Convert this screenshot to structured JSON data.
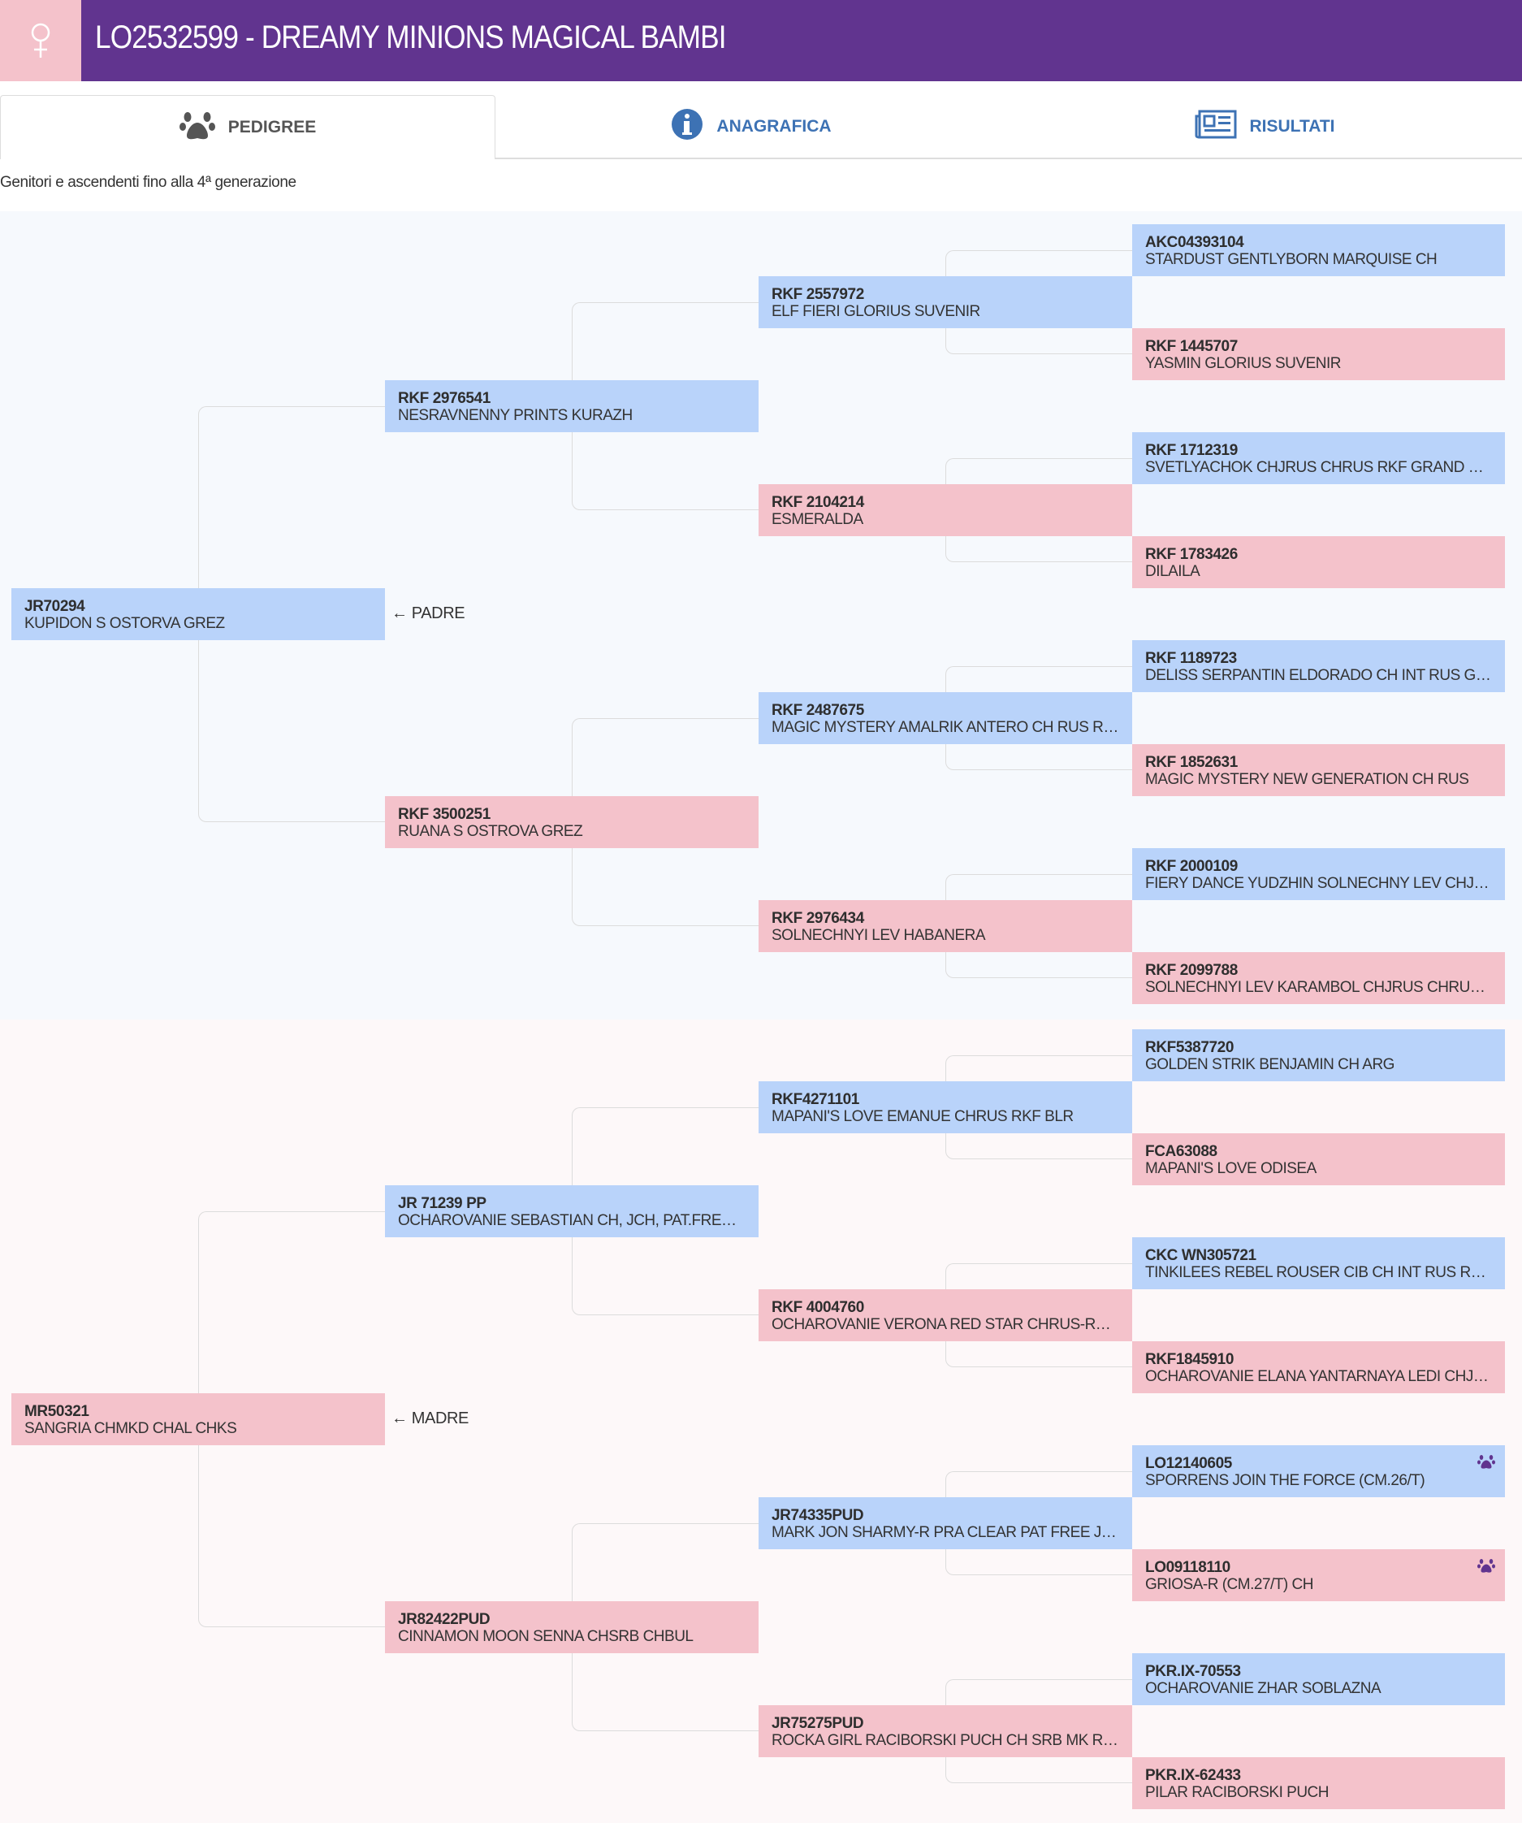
{
  "header": {
    "title": "LO2532599 - DREAMY MINIONS MAGICAL BAMBI",
    "sex_icon": "female-icon",
    "color": "#61348f",
    "sex_color": "#f4c2cb"
  },
  "tabs": [
    {
      "label": "PEDIGREE",
      "icon": "paw-icon",
      "active": true
    },
    {
      "label": "ANAGRAFICA",
      "icon": "info-icon",
      "active": false
    },
    {
      "label": "RISULTATI",
      "icon": "newspaper-icon",
      "active": false
    }
  ],
  "subtitle": "Genitori e ascendenti fino alla 4ª generazione",
  "colors": {
    "male": "#b9d3fa",
    "female": "#f4c2cb"
  },
  "pedigree": [
    {
      "label": "← PADRE",
      "gen1": [
        {
          "id": "JR70294",
          "name": "KUPIDON S OSTORVA GREZ",
          "sex": "m"
        }
      ],
      "gen2": [
        {
          "id": "RKF 2976541",
          "name": "NESRAVNENNY PRINTS KURAZH",
          "sex": "m"
        },
        {
          "id": "RKF 3500251",
          "name": "RUANA S OSTROVA GREZ",
          "sex": "f"
        }
      ],
      "gen3": [
        {
          "id": "RKF 2557972",
          "name": "ELF FIERI GLORIUS SUVENIR",
          "sex": "m"
        },
        {
          "id": "RKF 2104214",
          "name": "ESMERALDA",
          "sex": "f"
        },
        {
          "id": "RKF 2487675",
          "name": "MAGIC MYSTERY AMALRIK ANTERO CH RUS R…",
          "sex": "m"
        },
        {
          "id": "RKF 2976434",
          "name": "SOLNECHNYI LEV HABANERA",
          "sex": "f"
        }
      ],
      "gen4": [
        {
          "id": "AKC04393104",
          "name": "STARDUST GENTLYBORN MARQUISE CH",
          "sex": "m"
        },
        {
          "id": "RKF 1445707",
          "name": "YASMIN GLORIUS SUVENIR",
          "sex": "f"
        },
        {
          "id": "RKF 1712319",
          "name": "SVETLYACHOK CHJRUS CHRUS RKF GRAND CW",
          "sex": "m"
        },
        {
          "id": "RKF 1783426",
          "name": "DILAILA",
          "sex": "f"
        },
        {
          "id": "RKF 1189723",
          "name": "DELISS SERPANTIN ELDORADO CH INT RUS GR…",
          "sex": "m"
        },
        {
          "id": "RKF 1852631",
          "name": "MAGIC MYSTERY NEW GENERATION CH RUS",
          "sex": "f"
        },
        {
          "id": "RKF 2000109",
          "name": "FIERY DANCE YUDZHIN SOLNECHNY LEV CHJR…",
          "sex": "m"
        },
        {
          "id": "RKF 2099788",
          "name": "SOLNECHNYI LEV KARAMBOL CHJRUS CHRUS …",
          "sex": "f"
        }
      ]
    },
    {
      "label": "← MADRE",
      "gen1": [
        {
          "id": "MR50321",
          "name": "SANGRIA CHMKD CHAL CHKS",
          "sex": "f"
        }
      ],
      "gen2": [
        {
          "id": "JR 71239 PP",
          "name": "OCHAROVANIE SEBASTIAN CH, JCH, PAT.FREE,…",
          "sex": "m"
        },
        {
          "id": "JR82422PUD",
          "name": "CINNAMON MOON SENNA CHSRB CHBUL",
          "sex": "f"
        }
      ],
      "gen3": [
        {
          "id": "RKF4271101",
          "name": "MAPANI'S LOVE EMANUE CHRUS RKF BLR",
          "sex": "m"
        },
        {
          "id": "RKF 4004760",
          "name": "OCHAROVANIE VERONA RED STAR CHRUS-RKF…",
          "sex": "f"
        },
        {
          "id": "JR74335PUD",
          "name": "MARK JON SHARMY-R PRA CLEAR PAT FREE J…",
          "sex": "m"
        },
        {
          "id": "JR75275PUD",
          "name": "ROCKA GIRL RACIBORSKI PUCH CH SRB MK R…",
          "sex": "f"
        }
      ],
      "gen4": [
        {
          "id": "RKF5387720",
          "name": "GOLDEN STRIK BENJAMIN CH ARG",
          "sex": "m"
        },
        {
          "id": "FCA63088",
          "name": "MAPANI'S LOVE ODISEA",
          "sex": "f"
        },
        {
          "id": "CKC WN305721",
          "name": "TINKILEES REBEL ROUSER CIB CH INT RUS RK…",
          "sex": "m"
        },
        {
          "id": "RKF1845910",
          "name": "OCHAROVANIE ELANA YANTARNAYA LEDI CHJ …",
          "sex": "f"
        },
        {
          "id": "LO12140605",
          "name": "SPORRENS JOIN THE FORCE (CM.26/T)",
          "sex": "m",
          "paw": true
        },
        {
          "id": "LO09118110",
          "name": "GRIOSA-R (CM.27/T) CH",
          "sex": "f",
          "paw": true
        },
        {
          "id": "PKR.IX-70553",
          "name": "OCHAROVANIE ZHAR SOBLAZNA",
          "sex": "m"
        },
        {
          "id": "PKR.IX-62433",
          "name": "PILAR RACIBORSKI PUCH",
          "sex": "f"
        }
      ]
    }
  ]
}
